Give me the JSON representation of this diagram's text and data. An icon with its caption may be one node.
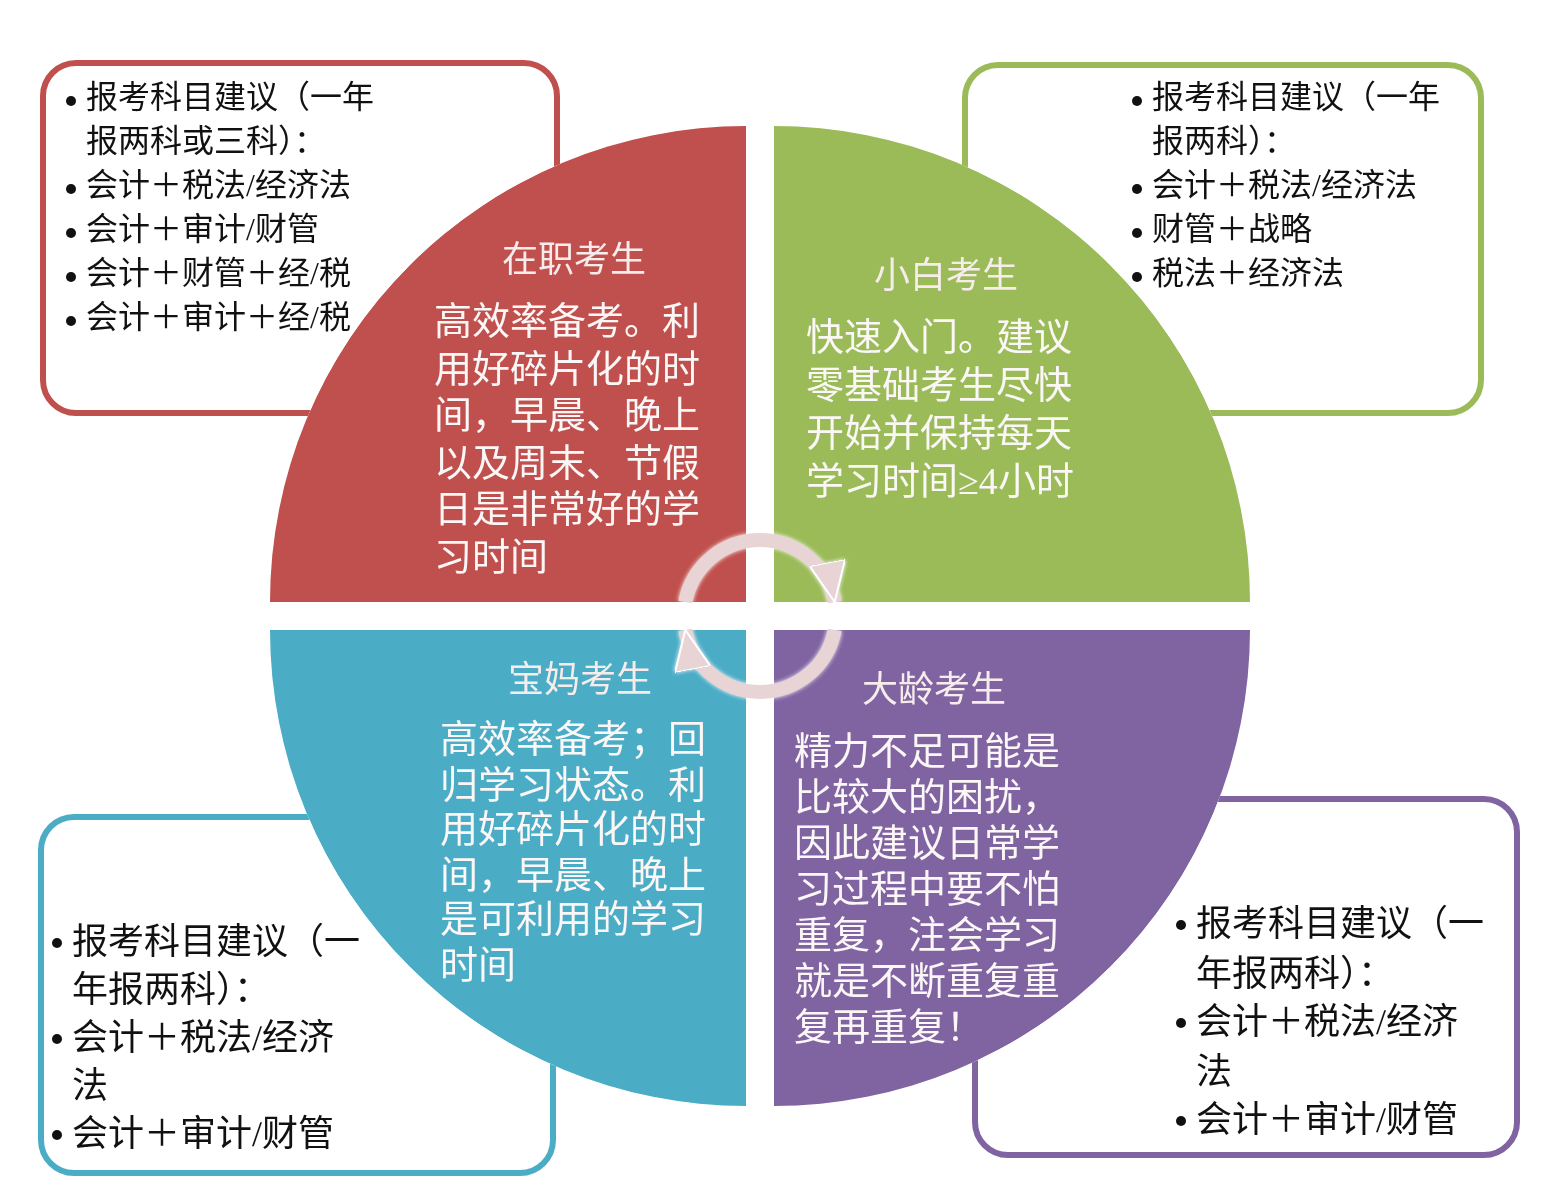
{
  "diagram": {
    "nodes": [
      {
        "text": [
          "报考科目建议（一年报两科或三科）：",
          "会计＋税法/经济法",
          "会计＋审计/财管",
          "会计＋财管＋经/税",
          "会计＋审计＋经/税"
        ]
      },
      {
        "text": [
          "报考科目建议（一年报两科）：",
          "会计＋税法/经济法",
          "财管＋战略",
          "税法＋经济法"
        ]
      },
      {
        "text": [
          "在职考生",
          "高效率备考。利用好碎片化的时间，早晨、晚上以及周末、节假日是非常好的学习时间"
        ]
      },
      {
        "text": [
          "小白考生",
          "快速入门。建议零基础考生尽快开始并保持每天学习时间≥4小时"
        ]
      },
      {
        "text": [
          "宝妈考生",
          "高效率备考；回归学习状态。利用好碎片化的时间，早晨、晚上是可利用的学习时间"
        ]
      },
      {
        "text": [
          "大龄考生",
          "精力不足可能是比较大的困扰，因此建议日常学习过程中要不怕重复，注会学习就是不断重复重复再重复！"
        ]
      },
      {
        "text": [
          "报考科目建议（一年报两科）：",
          "会计＋税法/经济法",
          "会计＋审计/财管"
        ]
      },
      {
        "text": [
          "报考科目建议（一年报两科）：",
          "会计＋税法/经济法",
          "会计＋审计/财管"
        ]
      }
    ],
    "edges": [
      {
        "from": 2,
        "to": 3,
        "arrow": "to"
      },
      {
        "from": 5,
        "to": 4,
        "arrow": "to"
      }
    ]
  }
}
